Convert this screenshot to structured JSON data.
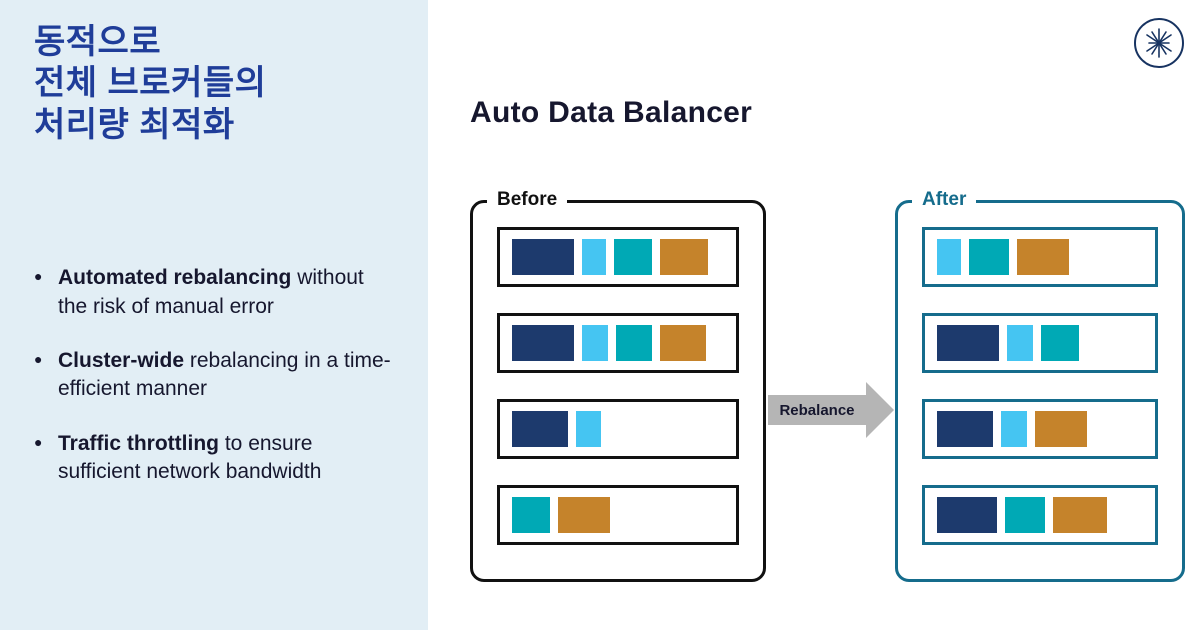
{
  "sidebar": {
    "title_lines": [
      "동적으로",
      "전체 브로커들의",
      "처리량 최적화"
    ],
    "bullets": [
      {
        "bold": "Automated rebalancing",
        "rest": "without the risk of manual error"
      },
      {
        "bold": "Cluster-wide",
        "rest": "rebalancing in a time-efficient manner"
      },
      {
        "bold": "Traffic throttling",
        "rest": "to ensure sufficient network bandwidth"
      }
    ]
  },
  "main": {
    "title": "Auto Data Balancer",
    "arrow_label": "Rebalance"
  },
  "diagram": {
    "before": {
      "label": "Before",
      "rows": [
        [
          {
            "color": "navy",
            "w": 62
          },
          {
            "color": "cyan",
            "w": 24
          },
          {
            "color": "teal",
            "w": 38
          },
          {
            "color": "orange",
            "w": 48
          }
        ],
        [
          {
            "color": "navy",
            "w": 62
          },
          {
            "color": "cyan",
            "w": 26
          },
          {
            "color": "teal",
            "w": 36
          },
          {
            "color": "orange",
            "w": 46
          }
        ],
        [
          {
            "color": "navy",
            "w": 56
          },
          {
            "color": "cyan",
            "w": 25
          }
        ],
        [
          {
            "color": "teal",
            "w": 38
          },
          {
            "color": "orange",
            "w": 52
          }
        ]
      ]
    },
    "after": {
      "label": "After",
      "rows": [
        [
          {
            "color": "cyan",
            "w": 24
          },
          {
            "color": "teal",
            "w": 40
          },
          {
            "color": "orange",
            "w": 52
          }
        ],
        [
          {
            "color": "navy",
            "w": 62
          },
          {
            "color": "cyan",
            "w": 26
          },
          {
            "color": "teal",
            "w": 38
          }
        ],
        [
          {
            "color": "navy",
            "w": 56
          },
          {
            "color": "cyan",
            "w": 26
          },
          {
            "color": "orange",
            "w": 52
          }
        ],
        [
          {
            "color": "navy",
            "w": 60
          },
          {
            "color": "teal",
            "w": 40
          },
          {
            "color": "orange",
            "w": 54
          }
        ]
      ]
    }
  },
  "colors": {
    "navy": "#1d3a6d",
    "cyan": "#45c5f2",
    "teal": "#00a9b5",
    "orange": "#c5832b",
    "before_border": "#111111",
    "after_border": "#156c8c",
    "sidebar_bg": "#e2eef5",
    "heading_blue": "#1f3d99",
    "arrow_gray": "#b5b5b5"
  }
}
